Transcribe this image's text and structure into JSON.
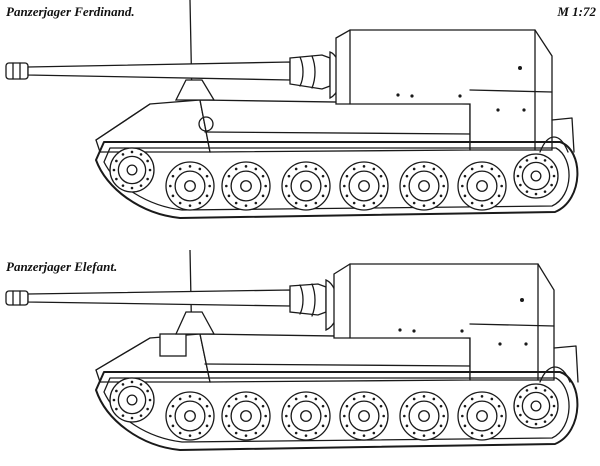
{
  "captions": {
    "ferdinand": "Panzerjager Ferdinand.",
    "elefant": "Panzerjager Elefant.",
    "scale": "M 1:72"
  }
}
